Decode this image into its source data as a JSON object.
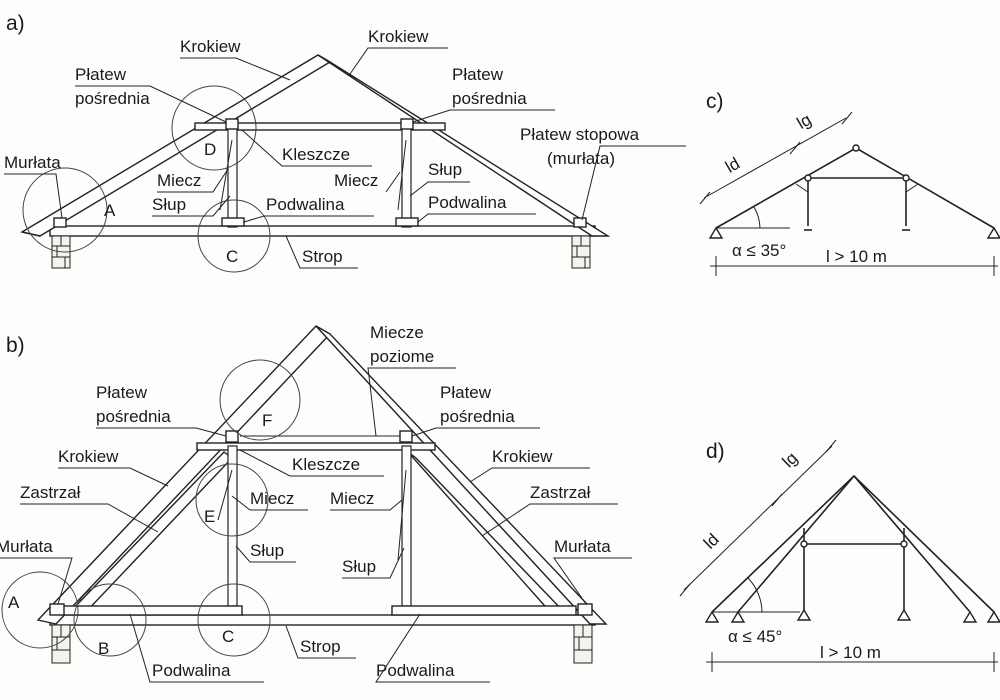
{
  "panel_a": {
    "title": "a)",
    "krokiew_left": "Krokiew",
    "krokiew_right": "Krokiew",
    "platew_left_1": "Płatew",
    "platew_left_2": "pośrednia",
    "platew_right_1": "Płatew",
    "platew_right_2": "pośrednia",
    "platew_stopowa_1": "Płatew stopowa",
    "platew_stopowa_2": "(murłata)",
    "murlata": "Murłata",
    "kleszcze": "Kleszcze",
    "miecz_left": "Miecz",
    "slup_left": "Słup",
    "miecz_right": "Miecz",
    "slup_right": "Słup",
    "podwalina_left": "Podwalina",
    "podwalina_right": "Podwalina",
    "strop": "Strop",
    "circle_a": "A",
    "circle_c": "C",
    "circle_d": "D"
  },
  "panel_b": {
    "title": "b)",
    "miecze_poziome_1": "Miecze",
    "miecze_poziome_2": "poziome",
    "platew_left_1": "Płatew",
    "platew_left_2": "pośrednia",
    "platew_right_1": "Płatew",
    "platew_right_2": "pośrednia",
    "kleszcze": "Kleszcze",
    "krokiew_left": "Krokiew",
    "krokiew_right": "Krokiew",
    "zastrzal_left": "Zastrzał",
    "zastrzal_right": "Zastrzał",
    "miecz_left": "Miecz",
    "miecz_right": "Miecz",
    "slup_left": "Słup",
    "slup_right": "Słup",
    "murlata_left": "Murłata",
    "murlata_right": "Murłata",
    "strop": "Strop",
    "podwalina_left": "Podwalina",
    "podwalina_right": "Podwalina",
    "circle_a": "A",
    "circle_b": "B",
    "circle_c": "C",
    "circle_e": "E",
    "circle_f": "F"
  },
  "panel_c": {
    "title": "c)",
    "lg": "lg",
    "ld": "ld",
    "angle": "α ≤ 35°",
    "span": "l > 10 m"
  },
  "panel_d": {
    "title": "d)",
    "lg": "lg",
    "ld": "ld",
    "angle": "α ≤ 45°",
    "span": "l > 10 m"
  }
}
